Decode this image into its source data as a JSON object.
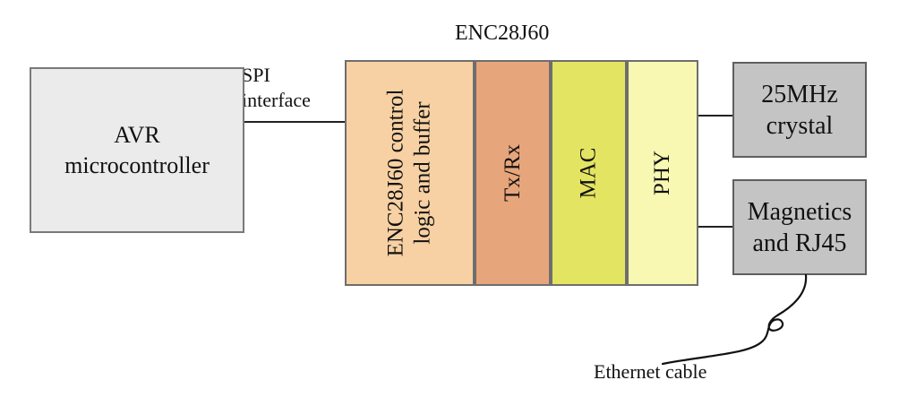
{
  "diagram": {
    "chip_title": "ENC28J60",
    "spi_label_line1": "SPI",
    "spi_label_line2": "interface",
    "avr": {
      "line1": "AVR",
      "line2": "microcontroller"
    },
    "control_block": {
      "line1": "ENC28J60 control",
      "line2": "logic and buffer"
    },
    "txrx_label": "Tx/Rx",
    "mac_label": "MAC",
    "phy_label": "PHY",
    "crystal": {
      "line1": "25MHz",
      "line2": "crystal"
    },
    "magnetics": {
      "line1": "Magnetics",
      "line2": "and RJ45"
    },
    "cable_label": "Ethernet cable",
    "colors": {
      "avr_fill": "#ebebeb",
      "control_fill": "#f7d1a3",
      "txrx_fill": "#e7a57b",
      "mac_fill": "#e4e463",
      "phy_fill": "#f8f8b2",
      "external_fill": "#c4c4c4"
    }
  }
}
